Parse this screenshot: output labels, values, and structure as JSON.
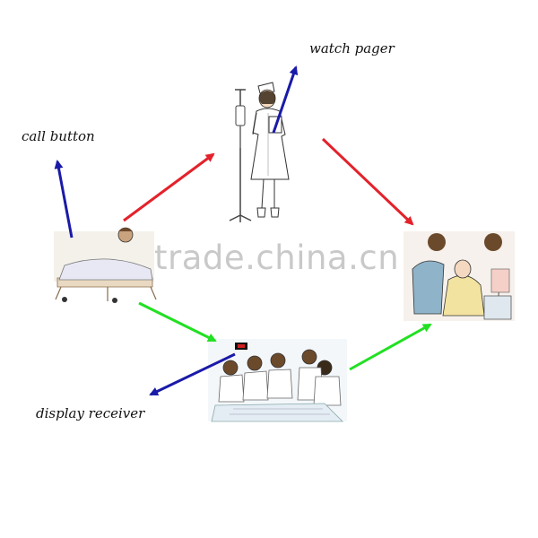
{
  "labels": {
    "watch_pager": "watch pager",
    "call_button": "call button",
    "display_receiver": "display receiver"
  },
  "watermark": "trade.china.cn",
  "colors": {
    "red_arrow": "#e3222b",
    "green_arrow": "#22e022",
    "blue_arrow": "#1a1aa8",
    "ink": "#222222",
    "skin": "#f4d8c0",
    "hair": "#6b4a2b",
    "screen_red": "#d02020"
  },
  "illustrations": {
    "nurse": "nurse-with-iv-stand-illustration",
    "patient_bed": "patient-in-bed-illustration",
    "care_scene": "nurse-caring-for-patient-illustration",
    "nurse_station": "nurses-station-illustration"
  }
}
